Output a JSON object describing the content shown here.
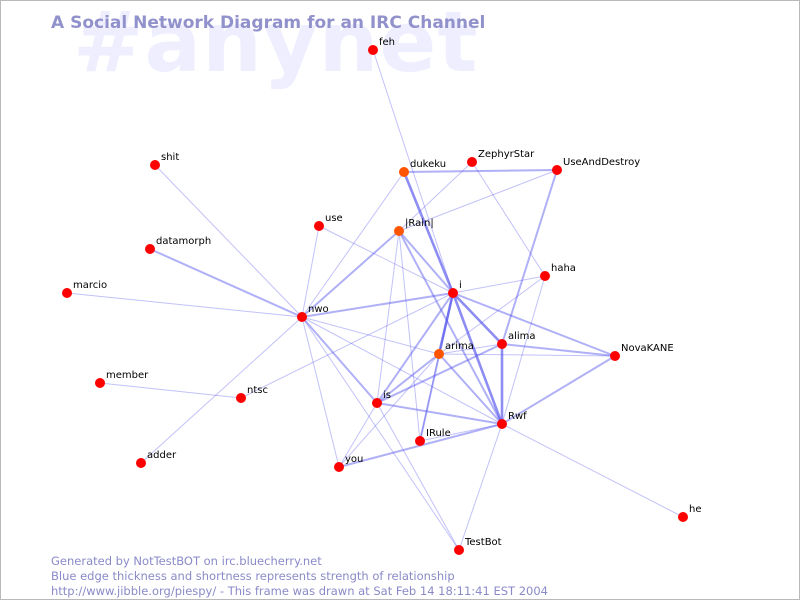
{
  "watermark": "#anynet",
  "title": "A Social Network Diagram for an IRC Channel",
  "footer": {
    "line1": "Generated by NotTestBOT on irc.bluecherry.net",
    "line2": "Blue edge thickness and shortness represents strength of relationship",
    "line3": "http://www.jibble.org/piespy/ - This frame was drawn at Sat Feb 14 18:11:41 EST 2004"
  },
  "colors": {
    "node": "#ff0000",
    "node_highlight": "#ff5500",
    "edge": "#5050ee",
    "title": "#9191cc",
    "watermark": "#eeeeff"
  },
  "nodes": [
    {
      "id": "feh",
      "label": "feh"
    },
    {
      "id": "shit",
      "label": "shit"
    },
    {
      "id": "dukeku",
      "label": "dukeku"
    },
    {
      "id": "ZephyrStar",
      "label": "ZephyrStar"
    },
    {
      "id": "UseAndDestroy",
      "label": "UseAndDestroy"
    },
    {
      "id": "use",
      "label": "use"
    },
    {
      "id": "Rain",
      "label": "|Rain|"
    },
    {
      "id": "datamorph",
      "label": "datamorph"
    },
    {
      "id": "haha",
      "label": "haha"
    },
    {
      "id": "marcio",
      "label": "marcio"
    },
    {
      "id": "i",
      "label": "i"
    },
    {
      "id": "nwo",
      "label": "nwo"
    },
    {
      "id": "alima",
      "label": "alima"
    },
    {
      "id": "NovaKANE",
      "label": "NovaKANE"
    },
    {
      "id": "arima",
      "label": "arima"
    },
    {
      "id": "member",
      "label": "member"
    },
    {
      "id": "ntsc",
      "label": "ntsc"
    },
    {
      "id": "is",
      "label": "is"
    },
    {
      "id": "Rwf",
      "label": "Rwf"
    },
    {
      "id": "IRule",
      "label": "IRule"
    },
    {
      "id": "adder",
      "label": "adder"
    },
    {
      "id": "you",
      "label": "you"
    },
    {
      "id": "he",
      "label": "he"
    },
    {
      "id": "TestBot",
      "label": "TestBot"
    }
  ],
  "edges": [
    {
      "source": "feh",
      "target": "i",
      "strength": 1
    },
    {
      "source": "shit",
      "target": "nwo",
      "strength": 1
    },
    {
      "source": "datamorph",
      "target": "nwo",
      "strength": 2
    },
    {
      "source": "marcio",
      "target": "nwo",
      "strength": 1
    },
    {
      "source": "member",
      "target": "ntsc",
      "strength": 1
    },
    {
      "source": "adder",
      "target": "nwo",
      "strength": 1
    },
    {
      "source": "use",
      "target": "nwo",
      "strength": 1
    },
    {
      "source": "use",
      "target": "i",
      "strength": 1
    },
    {
      "source": "nwo",
      "target": "Rain",
      "strength": 2
    },
    {
      "source": "nwo",
      "target": "dukeku",
      "strength": 1
    },
    {
      "source": "nwo",
      "target": "i",
      "strength": 2
    },
    {
      "source": "nwo",
      "target": "arima",
      "strength": 1
    },
    {
      "source": "nwo",
      "target": "is",
      "strength": 2
    },
    {
      "source": "nwo",
      "target": "you",
      "strength": 1
    },
    {
      "source": "nwo",
      "target": "Rwf",
      "strength": 1
    },
    {
      "source": "nwo",
      "target": "TestBot",
      "strength": 1
    },
    {
      "source": "ntsc",
      "target": "i",
      "strength": 1
    },
    {
      "source": "dukeku",
      "target": "UseAndDestroy",
      "strength": 2
    },
    {
      "source": "dukeku",
      "target": "i",
      "strength": 3
    },
    {
      "source": "ZephyrStar",
      "target": "Rain",
      "strength": 1
    },
    {
      "source": "ZephyrStar",
      "target": "haha",
      "strength": 1
    },
    {
      "source": "UseAndDestroy",
      "target": "Rain",
      "strength": 1
    },
    {
      "source": "UseAndDestroy",
      "target": "alima",
      "strength": 2
    },
    {
      "source": "Rain",
      "target": "i",
      "strength": 2
    },
    {
      "source": "Rain",
      "target": "is",
      "strength": 1
    },
    {
      "source": "Rain",
      "target": "IRule",
      "strength": 1
    },
    {
      "source": "Rain",
      "target": "Rwf",
      "strength": 2
    },
    {
      "source": "haha",
      "target": "i",
      "strength": 1
    },
    {
      "source": "haha",
      "target": "arima",
      "strength": 1
    },
    {
      "source": "haha",
      "target": "Rwf",
      "strength": 1
    },
    {
      "source": "i",
      "target": "alima",
      "strength": 3
    },
    {
      "source": "i",
      "target": "arima",
      "strength": 3
    },
    {
      "source": "i",
      "target": "NovaKANE",
      "strength": 2
    },
    {
      "source": "i",
      "target": "Rwf",
      "strength": 3
    },
    {
      "source": "i",
      "target": "is",
      "strength": 2
    },
    {
      "source": "i",
      "target": "IRule",
      "strength": 2
    },
    {
      "source": "alima",
      "target": "NovaKANE",
      "strength": 2
    },
    {
      "source": "alima",
      "target": "Rwf",
      "strength": 3
    },
    {
      "source": "alima",
      "target": "is",
      "strength": 2
    },
    {
      "source": "alima",
      "target": "arima",
      "strength": 1
    },
    {
      "source": "arima",
      "target": "NovaKANE",
      "strength": 1
    },
    {
      "source": "arima",
      "target": "Rwf",
      "strength": 2
    },
    {
      "source": "arima",
      "target": "is",
      "strength": 2
    },
    {
      "source": "arima",
      "target": "you",
      "strength": 1
    },
    {
      "source": "arima",
      "target": "IRule",
      "strength": 1
    },
    {
      "source": "NovaKANE",
      "target": "Rwf",
      "strength": 2
    },
    {
      "source": "is",
      "target": "Rwf",
      "strength": 2
    },
    {
      "source": "is",
      "target": "TestBot",
      "strength": 1
    },
    {
      "source": "is",
      "target": "you",
      "strength": 1
    },
    {
      "source": "Rwf",
      "target": "you",
      "strength": 2
    },
    {
      "source": "Rwf",
      "target": "TestBot",
      "strength": 1
    },
    {
      "source": "Rwf",
      "target": "he",
      "strength": 1
    },
    {
      "source": "IRule",
      "target": "Rwf",
      "strength": 1
    }
  ]
}
